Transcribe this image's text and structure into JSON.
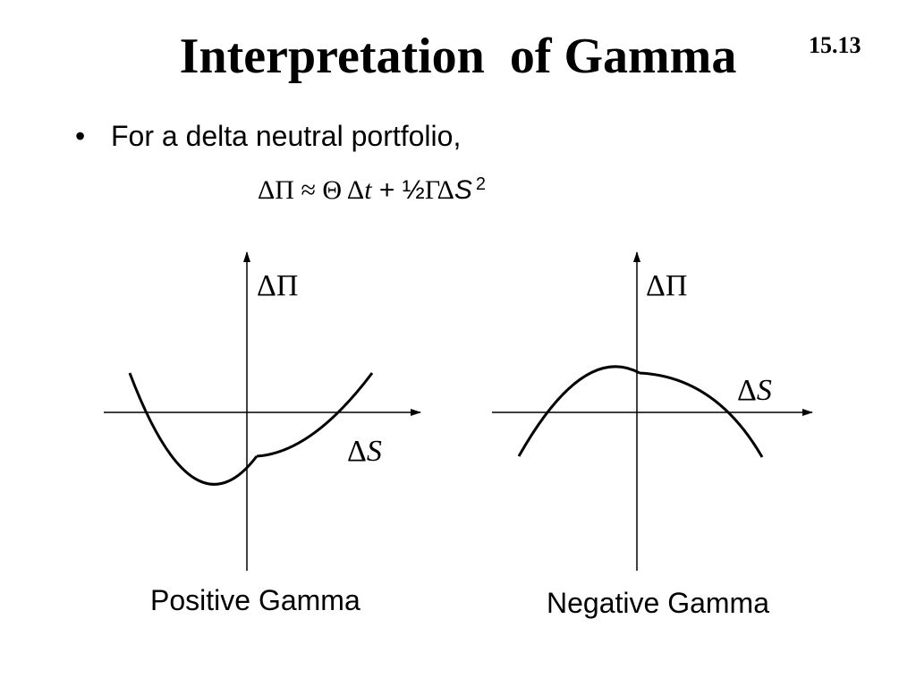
{
  "slide": {
    "title": "Interpretation  of Gamma",
    "number": "15.13"
  },
  "bullet": {
    "symbol": "•",
    "text": "For a delta neutral portfolio,"
  },
  "formula": {
    "lhs": "ΔΠ ≈ Θ Δ",
    "t": "t",
    "plus": " + ",
    "half": "½",
    "gamma_delta": "ΓΔ",
    "s": "S",
    "exponent": "2"
  },
  "diagrams": [
    {
      "caption": "Positive Gamma",
      "y_label_delta": "Δ",
      "y_label_pi": "Π",
      "x_label_delta": "Δ",
      "x_label_s": "S"
    },
    {
      "caption": "Negative Gamma",
      "y_label_delta": "Δ",
      "y_label_pi": "Π",
      "x_label_delta": "Δ",
      "x_label_s": "S"
    }
  ]
}
